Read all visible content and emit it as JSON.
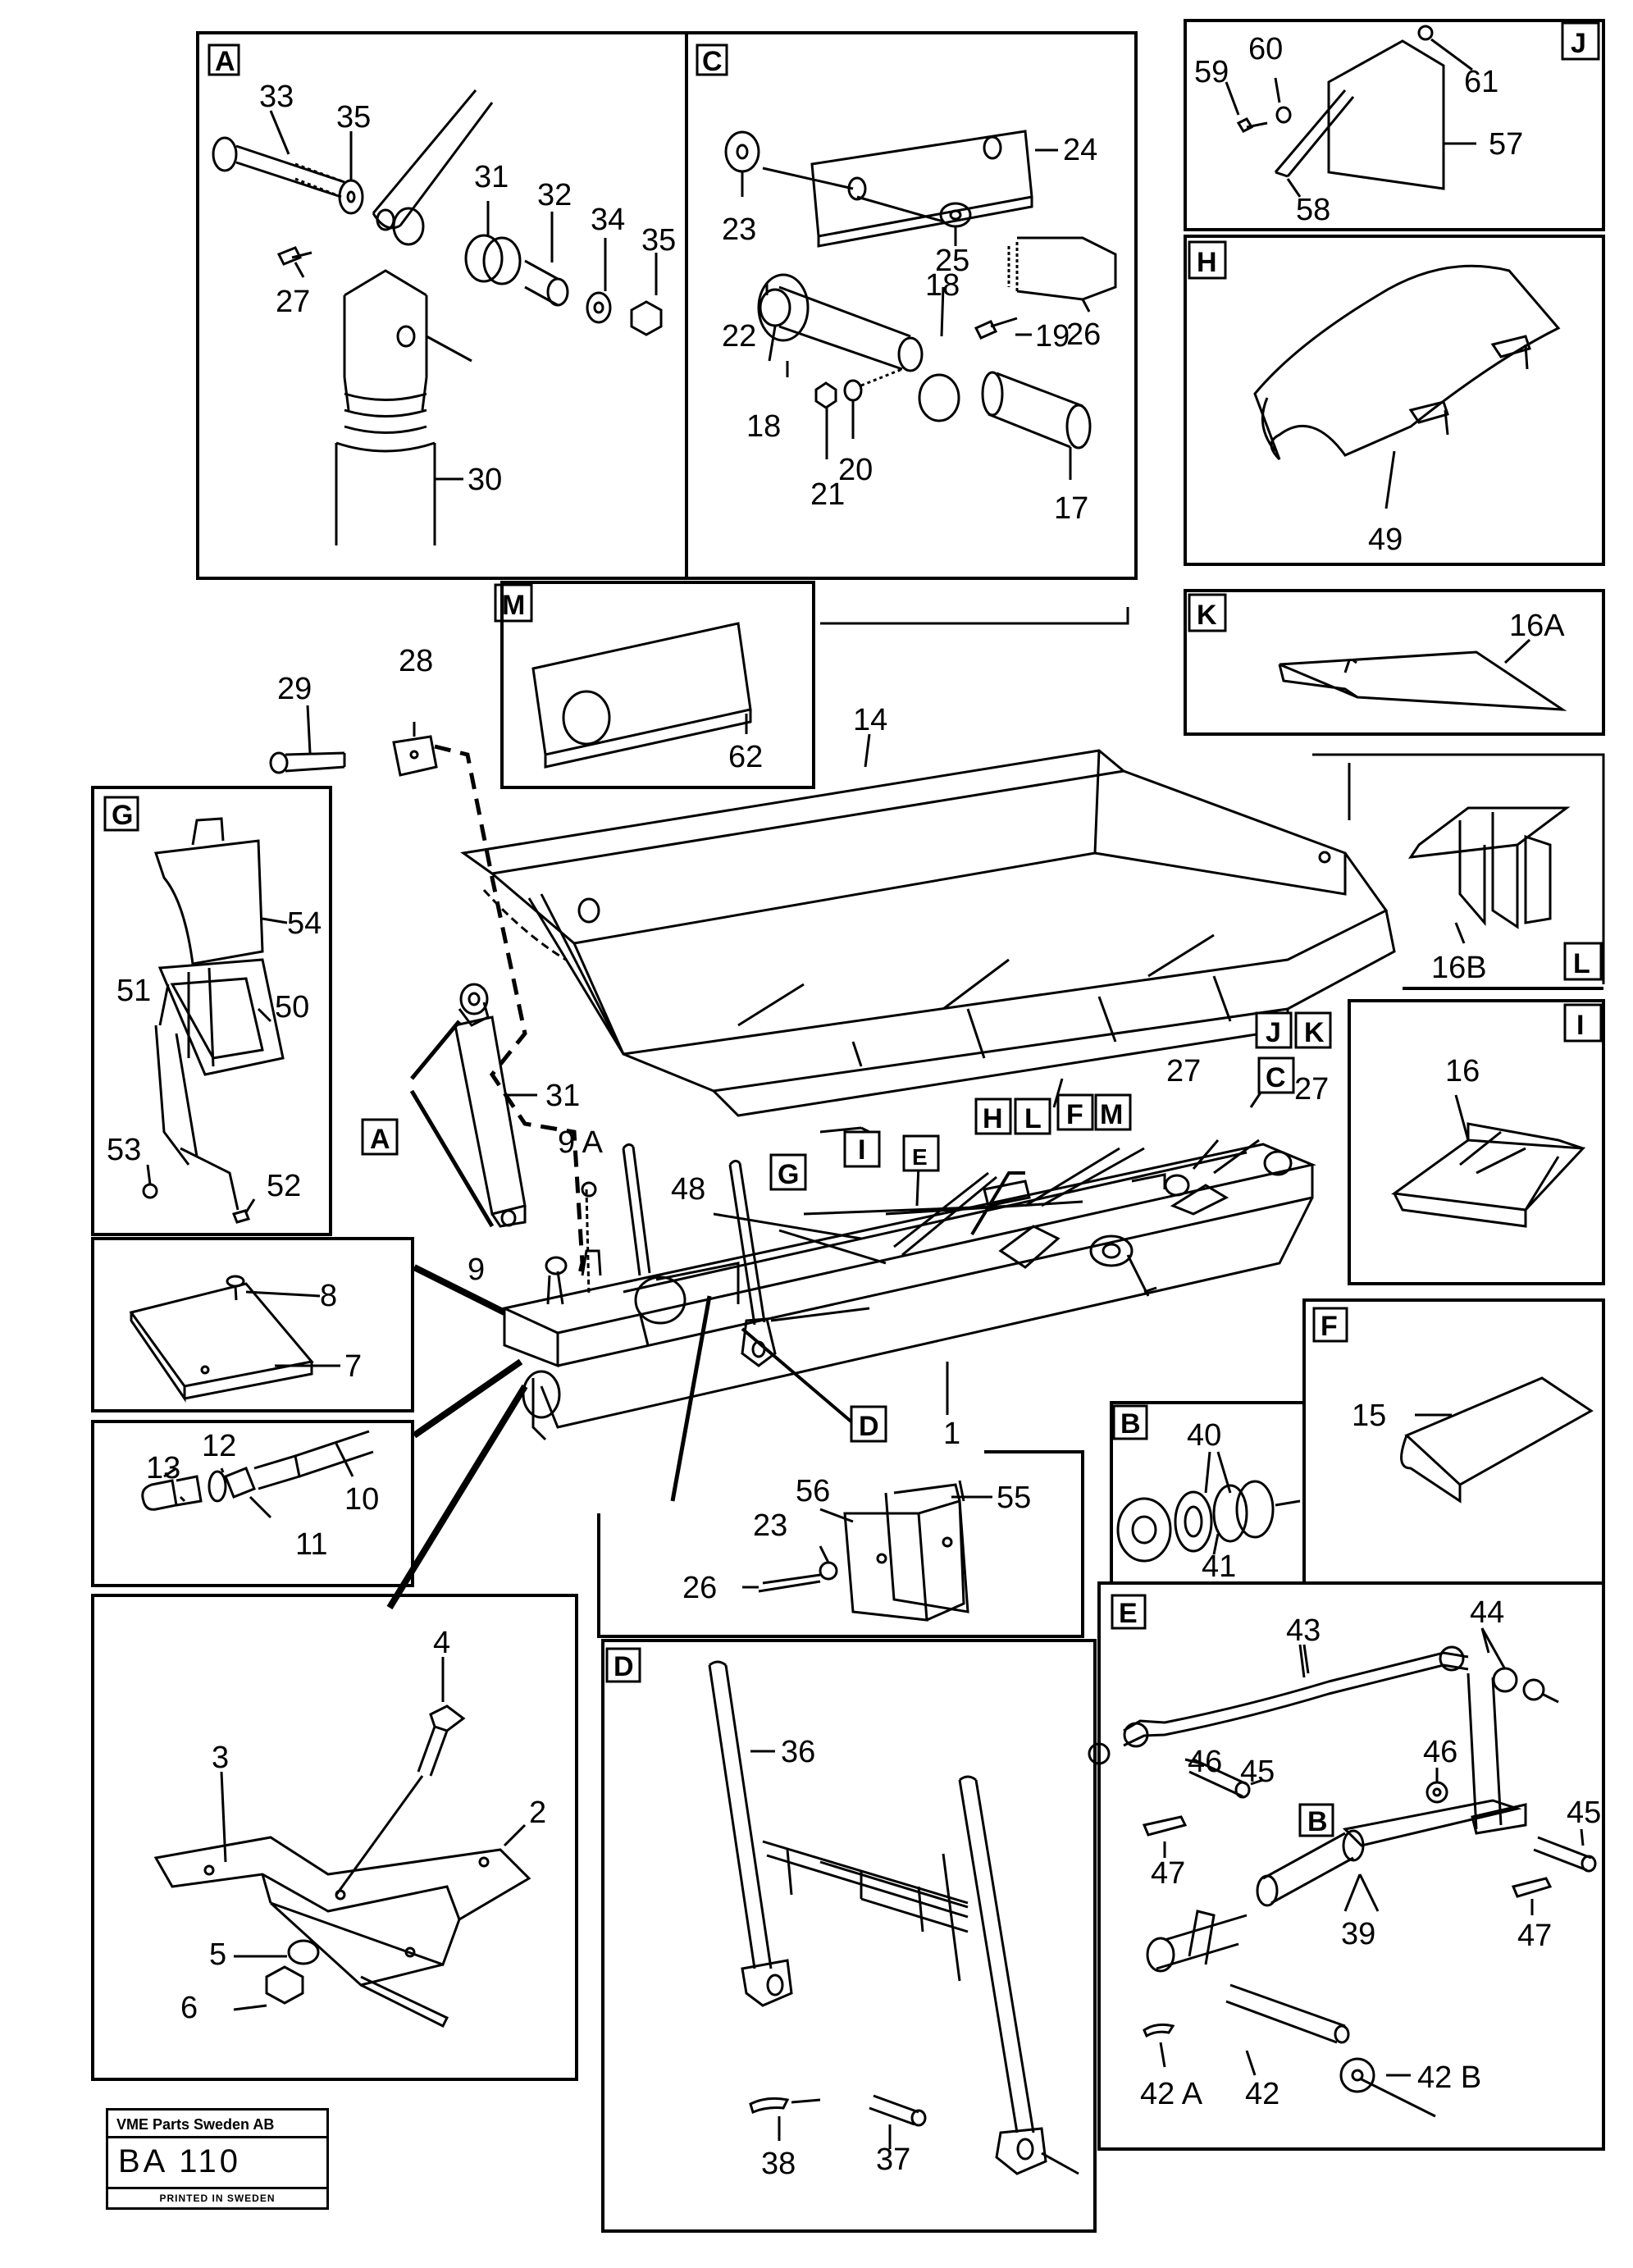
{
  "panels": [
    {
      "letter": "A",
      "callouts": [
        "33",
        "35",
        "31",
        "32",
        "34",
        "35",
        "27",
        "30"
      ]
    },
    {
      "letter": "C",
      "callouts": [
        "24",
        "23",
        "25",
        "26",
        "18",
        "19",
        "22",
        "18",
        "21",
        "20",
        "17"
      ]
    },
    {
      "letter": "J",
      "callouts": [
        "60",
        "59",
        "61",
        "57",
        "58"
      ]
    },
    {
      "letter": "H",
      "callouts": [
        "49"
      ]
    },
    {
      "letter": "M",
      "callouts": [
        "62"
      ]
    },
    {
      "letter": "K",
      "callouts": [
        "16A"
      ]
    },
    {
      "letter": "L",
      "callouts": [
        "16B"
      ]
    },
    {
      "letter": "G",
      "callouts": [
        "54",
        "51",
        "50",
        "53",
        "52"
      ]
    },
    {
      "letter": "I",
      "callouts": [
        "16"
      ]
    },
    {
      "letter": "F",
      "callouts": [
        "15"
      ]
    },
    {
      "letter": "B",
      "callouts": [
        "40",
        "41"
      ]
    },
    {
      "letter": "E",
      "callouts": [
        "43",
        "44",
        "46",
        "45",
        "46",
        "45",
        "47",
        "39",
        "47",
        "42 A",
        "42",
        "42 B"
      ]
    },
    {
      "letter": "D",
      "callouts": [
        "36",
        "38",
        "37"
      ]
    }
  ],
  "main_callouts": [
    "29",
    "28",
    "14",
    "31",
    "9 A",
    "48",
    "9",
    "27",
    "27",
    "1"
  ],
  "main_flags": [
    "A",
    "C",
    "G",
    "E",
    "H",
    "L",
    "F",
    "M",
    "J",
    "K",
    "I",
    "D"
  ],
  "detail_callouts": {
    "plate_7_8": [
      "8",
      "7"
    ],
    "hose_10_13": [
      "13",
      "12",
      "10",
      "11"
    ],
    "plates_55_56": [
      "56",
      "23",
      "55",
      "26"
    ],
    "bracket_2_6": [
      "4",
      "3",
      "2",
      "5",
      "6"
    ]
  },
  "title_block": {
    "company": "VME Parts Sweden AB",
    "code": "BA 110",
    "printed": "PRINTED IN SWEDEN"
  }
}
